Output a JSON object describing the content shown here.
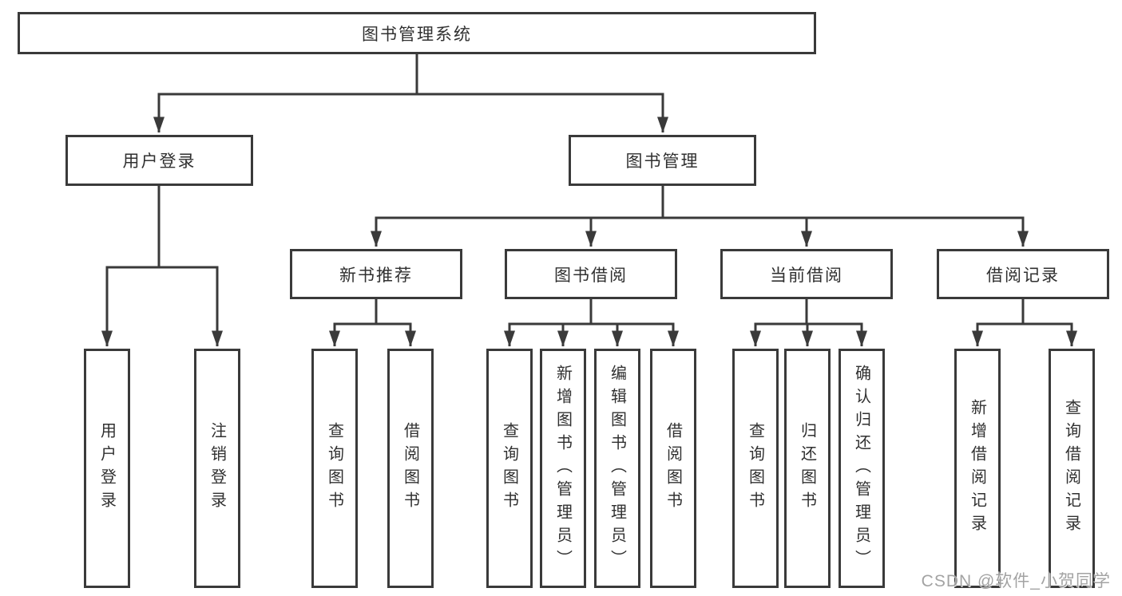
{
  "colors": {
    "line": "#3a3a3a",
    "box_border": "#3a3a3a",
    "text": "#303030",
    "background": "#ffffff",
    "watermark": "#9e9e9e"
  },
  "tree": {
    "label": "图书管理系统",
    "children": [
      {
        "label": "用户登录",
        "children": [
          {
            "label": "用户登录"
          },
          {
            "label": "注销登录"
          }
        ]
      },
      {
        "label": "图书管理",
        "children": [
          {
            "label": "新书推荐",
            "children": [
              {
                "label": "查询图书"
              },
              {
                "label": "借阅图书"
              }
            ]
          },
          {
            "label": "图书借阅",
            "children": [
              {
                "label": "查询图书"
              },
              {
                "label": "新增图书（管理员）"
              },
              {
                "label": "编辑图书（管理员）"
              },
              {
                "label": "借阅图书"
              }
            ]
          },
          {
            "label": "当前借阅",
            "children": [
              {
                "label": "查询图书"
              },
              {
                "label": "归还图书"
              },
              {
                "label": "确认归还（管理员）"
              }
            ]
          },
          {
            "label": "借阅记录",
            "children": [
              {
                "label": "新增借阅记录"
              },
              {
                "label": "查询借阅记录"
              }
            ]
          }
        ]
      }
    ]
  },
  "watermark": {
    "text": "CSDN @软件_小贺同学"
  }
}
